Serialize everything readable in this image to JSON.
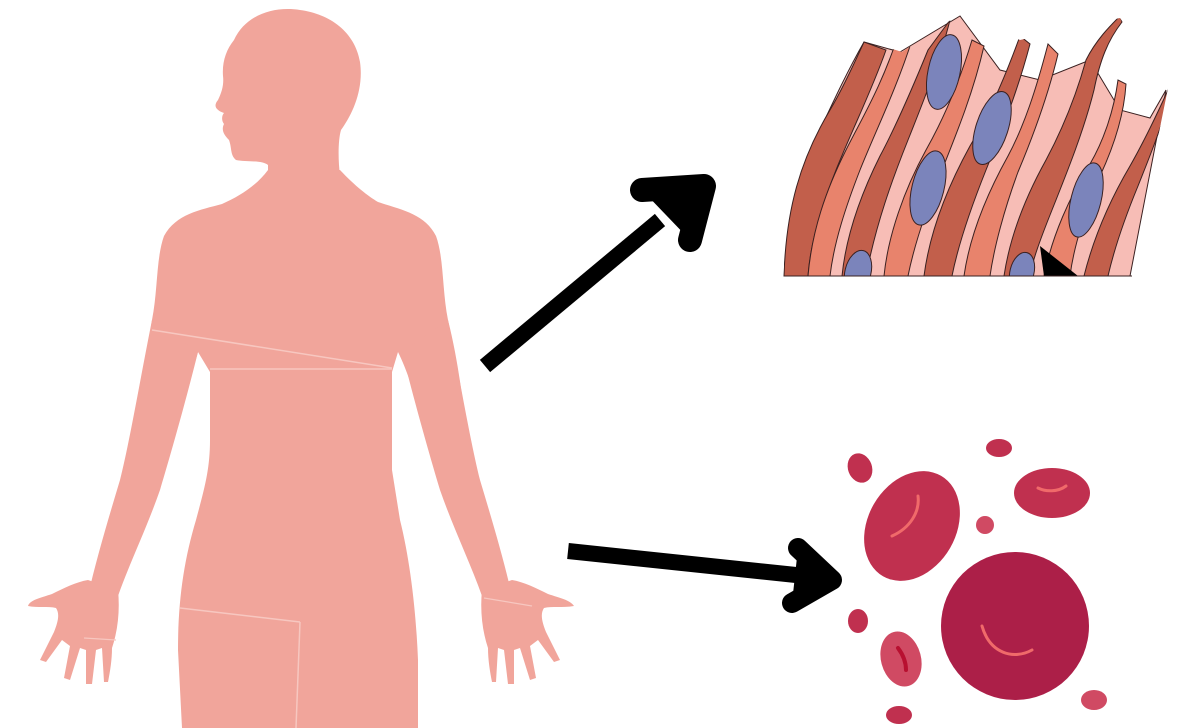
{
  "figure": {
    "panels": [
      "human-body-silhouette",
      "muscle-tissue",
      "blood-cells"
    ],
    "arrows": [
      "arrow-to-muscle-tissue",
      "arrow-to-blood-cells"
    ]
  },
  "colors": {
    "background": "#ffffff",
    "skin": "#f1a59b",
    "skin_line": "#f7c7c0",
    "arrow": "#000000",
    "muscle_dark": "#c25f4b",
    "muscle_mid": "#e8836c",
    "muscle_light": "#f7bdb6",
    "nucleus": "#7b84bb",
    "rbc_dark": "#ac1f48",
    "rbc_mid": "#c0304f",
    "rbc_light": "#d04a63",
    "rbc_highlight": "#f06a6a"
  },
  "icons": {
    "body": "human-silhouette-icon",
    "arrow": "arrow-icon",
    "tissue": "muscle-fiber-icon",
    "cells": "red-blood-cell-icon"
  }
}
